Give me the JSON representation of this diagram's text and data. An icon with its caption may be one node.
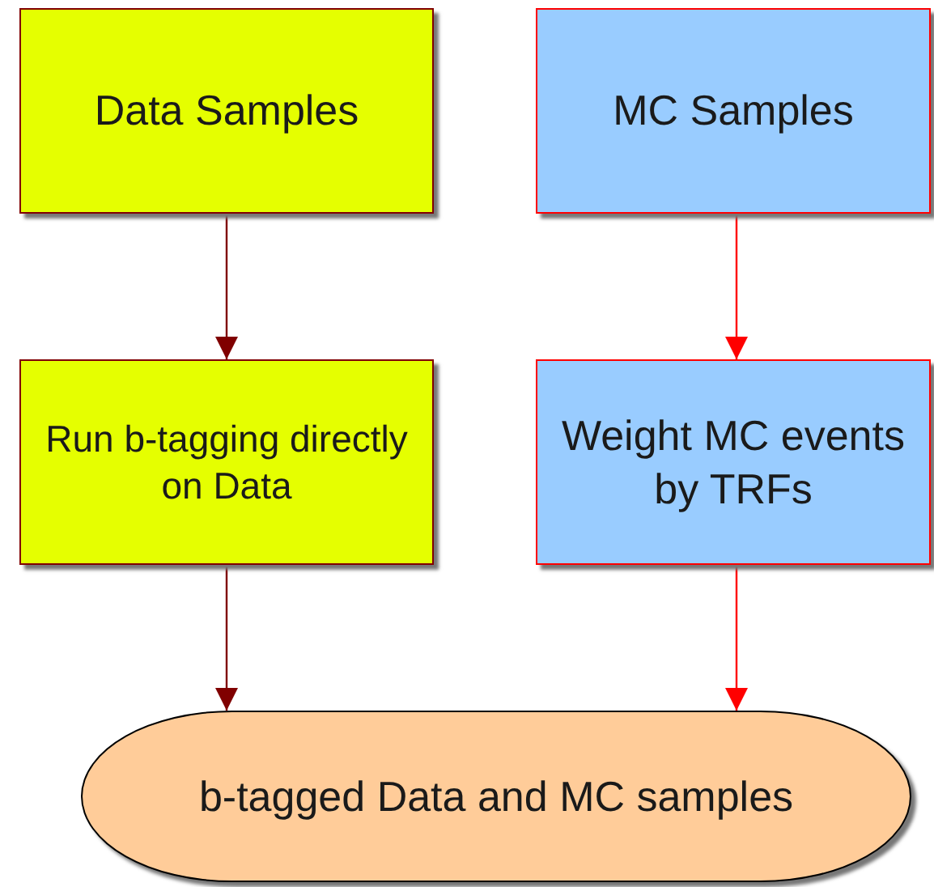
{
  "diagram": {
    "nodes": [
      {
        "text": [
          "Data Samples"
        ]
      },
      {
        "text": [
          "MC Samples"
        ]
      },
      {
        "text": [
          "Run b-tagging directly on Data"
        ]
      },
      {
        "text": [
          "Weight MC events by TRFs"
        ]
      },
      {
        "text": [
          "b-tagged Data and MC samples"
        ]
      }
    ],
    "edges": [
      {
        "from": 0,
        "to": 2,
        "arrow": "to"
      },
      {
        "from": 1,
        "to": 3,
        "arrow": "to",
        "color": "#ff0000"
      },
      {
        "from": 2,
        "to": 4,
        "arrow": "to"
      },
      {
        "from": 3,
        "to": 4,
        "arrow": "to",
        "color": "#ff0000"
      }
    ]
  }
}
